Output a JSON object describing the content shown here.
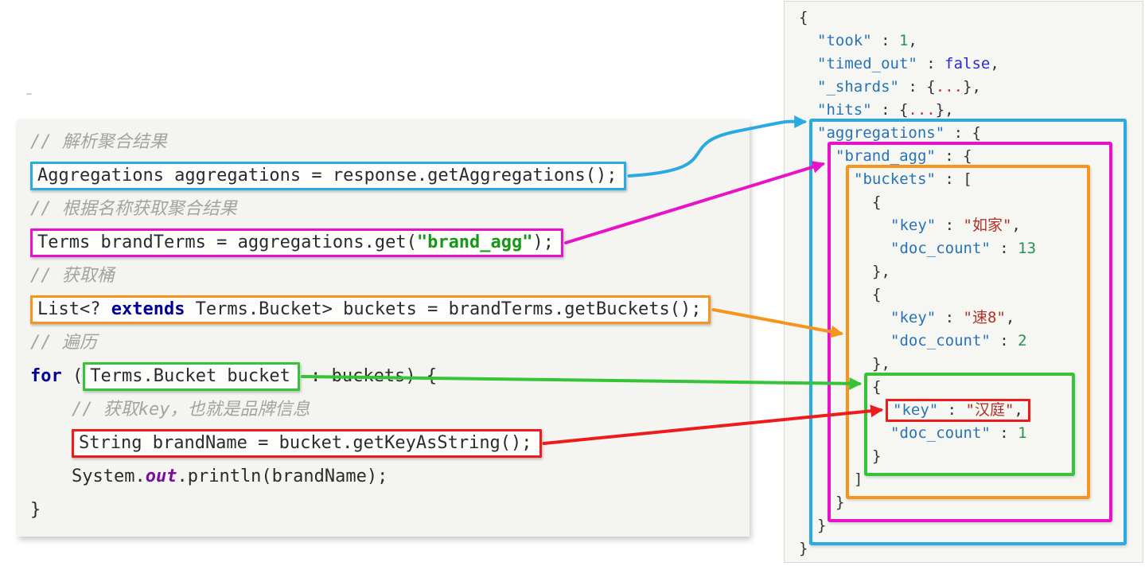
{
  "colors": {
    "accent": {
      "cyan": "#29abe2",
      "magenta": "#e812c8",
      "orange": "#f7941d",
      "green": "#35c435",
      "red": "#ed1c1c"
    },
    "syntax": {
      "code-plain": "#2b2b2b",
      "code-comment": "#a3a3a3",
      "code-keyword": "#000096",
      "code-string": "#189818",
      "code-field": "#7b0f9b",
      "json-key": "#2673b8",
      "json-punc": "#333333",
      "json-number": "#2a9152",
      "json-boolean": "#2b2bd5",
      "json-string": "#b03028",
      "json-dots": "#cc3333"
    }
  },
  "code_panel": {
    "lines": [
      {
        "indent": 0,
        "segments": [
          {
            "t": "// 解析聚合结果",
            "c": "c-comment"
          }
        ]
      },
      {
        "indent": 0,
        "box": "cyan",
        "segments": [
          {
            "t": "Aggregations aggregations = response.getAggregations();",
            "c": "c-plain"
          }
        ]
      },
      {
        "indent": 0,
        "segments": [
          {
            "t": "// 根据名称获取聚合结果",
            "c": "c-comment"
          }
        ]
      },
      {
        "indent": 0,
        "box": "magenta",
        "segments": [
          {
            "t": "Terms brandTerms = aggregations.get(",
            "c": "c-plain"
          },
          {
            "t": "\"brand_agg\"",
            "c": "c-str"
          },
          {
            "t": ");",
            "c": "c-plain"
          }
        ]
      },
      {
        "indent": 0,
        "segments": [
          {
            "t": "// 获取桶",
            "c": "c-comment"
          }
        ]
      },
      {
        "indent": 0,
        "box": "orange",
        "segments": [
          {
            "t": "List<? ",
            "c": "c-plain"
          },
          {
            "t": "extends",
            "c": "c-kw"
          },
          {
            "t": " Terms.Bucket> buckets = brandTerms.getBuckets();",
            "c": "c-plain"
          }
        ]
      },
      {
        "indent": 0,
        "segments": [
          {
            "t": "// 遍历",
            "c": "c-comment"
          }
        ]
      },
      {
        "indent": 0,
        "segments": [
          {
            "t": "for",
            "c": "c-kw"
          },
          {
            "t": " (",
            "c": "c-plain"
          },
          {
            "t": "Terms.Bucket bucket",
            "c": "c-plain",
            "segbox": "green"
          },
          {
            "t": " : buckets) {",
            "c": "c-plain"
          }
        ]
      },
      {
        "indent": 1,
        "segments": [
          {
            "t": "// 获取key，也就是品牌信息",
            "c": "c-comment"
          }
        ]
      },
      {
        "indent": 1,
        "box": "red",
        "segments": [
          {
            "t": "String brandName = bucket.getKeyAsString();",
            "c": "c-plain"
          }
        ]
      },
      {
        "indent": 1,
        "segments": [
          {
            "t": "System.",
            "c": "c-plain"
          },
          {
            "t": "out",
            "c": "c-field"
          },
          {
            "t": ".println(brandName);",
            "c": "c-plain"
          }
        ]
      },
      {
        "indent": 0,
        "segments": [
          {
            "t": "}",
            "c": "c-plain"
          }
        ]
      }
    ]
  },
  "json_panel": {
    "lines": [
      {
        "indent": 0,
        "segments": [
          {
            "t": "{",
            "c": "j-punc"
          }
        ]
      },
      {
        "indent": 1,
        "segments": [
          {
            "t": "\"took\"",
            "c": "j-key"
          },
          {
            "t": " : ",
            "c": "j-punc"
          },
          {
            "t": "1",
            "c": "j-num"
          },
          {
            "t": ",",
            "c": "j-punc"
          }
        ]
      },
      {
        "indent": 1,
        "segments": [
          {
            "t": "\"timed_out\"",
            "c": "j-key"
          },
          {
            "t": " : ",
            "c": "j-punc"
          },
          {
            "t": "false",
            "c": "j-bool"
          },
          {
            "t": ",",
            "c": "j-punc"
          }
        ]
      },
      {
        "indent": 1,
        "segments": [
          {
            "t": "\"_shards\"",
            "c": "j-key"
          },
          {
            "t": " : {",
            "c": "j-punc"
          },
          {
            "t": "...",
            "c": "j-dots"
          },
          {
            "t": "},",
            "c": "j-punc"
          }
        ]
      },
      {
        "indent": 1,
        "segments": [
          {
            "t": "\"hits\"",
            "c": "j-key"
          },
          {
            "t": " : {",
            "c": "j-punc"
          },
          {
            "t": "...",
            "c": "j-dots"
          },
          {
            "t": "},",
            "c": "j-punc"
          }
        ]
      },
      {
        "indent": 1,
        "segments": [
          {
            "t": "\"aggregations\"",
            "c": "j-key"
          },
          {
            "t": " : {",
            "c": "j-punc"
          }
        ]
      },
      {
        "indent": 2,
        "segments": [
          {
            "t": "\"brand_agg\"",
            "c": "j-key"
          },
          {
            "t": " : {",
            "c": "j-punc"
          }
        ]
      },
      {
        "indent": 3,
        "segments": [
          {
            "t": "\"buckets\"",
            "c": "j-key"
          },
          {
            "t": " : [",
            "c": "j-punc"
          }
        ]
      },
      {
        "indent": 4,
        "segments": [
          {
            "t": "{",
            "c": "j-punc"
          }
        ]
      },
      {
        "indent": 5,
        "segments": [
          {
            "t": "\"key\"",
            "c": "j-key"
          },
          {
            "t": " : ",
            "c": "j-punc"
          },
          {
            "t": "\"如家\"",
            "c": "j-str"
          },
          {
            "t": ",",
            "c": "j-punc"
          }
        ]
      },
      {
        "indent": 5,
        "segments": [
          {
            "t": "\"doc_count\"",
            "c": "j-key"
          },
          {
            "t": " : ",
            "c": "j-punc"
          },
          {
            "t": "13",
            "c": "j-num"
          }
        ]
      },
      {
        "indent": 4,
        "segments": [
          {
            "t": "},",
            "c": "j-punc"
          }
        ]
      },
      {
        "indent": 4,
        "segments": [
          {
            "t": "{",
            "c": "j-punc"
          }
        ]
      },
      {
        "indent": 5,
        "segments": [
          {
            "t": "\"key\"",
            "c": "j-key"
          },
          {
            "t": " : ",
            "c": "j-punc"
          },
          {
            "t": "\"速8\"",
            "c": "j-str"
          },
          {
            "t": ",",
            "c": "j-punc"
          }
        ]
      },
      {
        "indent": 5,
        "segments": [
          {
            "t": "\"doc_count\"",
            "c": "j-key"
          },
          {
            "t": " : ",
            "c": "j-punc"
          },
          {
            "t": "2",
            "c": "j-num"
          }
        ]
      },
      {
        "indent": 4,
        "segments": [
          {
            "t": "},",
            "c": "j-punc"
          }
        ]
      },
      {
        "indent": 4,
        "segments": [
          {
            "t": "{",
            "c": "j-punc"
          }
        ]
      },
      {
        "indent": 5,
        "box": "red",
        "segments": [
          {
            "t": "\"key\"",
            "c": "j-key"
          },
          {
            "t": " : ",
            "c": "j-punc"
          },
          {
            "t": "\"汉庭\"",
            "c": "j-str"
          },
          {
            "t": ",",
            "c": "j-punc"
          }
        ]
      },
      {
        "indent": 5,
        "segments": [
          {
            "t": "\"doc_count\"",
            "c": "j-key"
          },
          {
            "t": " : ",
            "c": "j-punc"
          },
          {
            "t": "1",
            "c": "j-num"
          }
        ]
      },
      {
        "indent": 4,
        "segments": [
          {
            "t": "}",
            "c": "j-punc"
          }
        ]
      },
      {
        "indent": 3,
        "segments": [
          {
            "t": "]",
            "c": "j-punc"
          }
        ]
      },
      {
        "indent": 2,
        "segments": [
          {
            "t": "}",
            "c": "j-punc"
          }
        ]
      },
      {
        "indent": 1,
        "segments": [
          {
            "t": "}",
            "c": "j-punc"
          }
        ]
      },
      {
        "indent": 0,
        "segments": [
          {
            "t": "}",
            "c": "j-punc"
          }
        ]
      }
    ],
    "boxes": [
      {
        "color": "cyan",
        "from": 5,
        "to": 22,
        "rightInset": 28,
        "name": "json-box-cyan"
      },
      {
        "color": "magenta",
        "from": 6,
        "to": 21,
        "rightInset": 46,
        "name": "json-box-magenta"
      },
      {
        "color": "orange",
        "from": 7,
        "to": 20,
        "rightInset": 74,
        "name": "json-box-orange"
      },
      {
        "color": "green",
        "from": 16,
        "to": 19,
        "rightInset": 93,
        "name": "json-box-green"
      }
    ]
  },
  "arrows": [
    {
      "color": "cyan",
      "from": "code-box-cyan",
      "to": "json-box-cyan",
      "shape": "curve",
      "toDy": 4
    },
    {
      "color": "magenta",
      "from": "code-box-magenta",
      "to": "json-box-magenta",
      "shape": "line",
      "toDy": 28
    },
    {
      "color": "orange",
      "from": "code-box-orange",
      "to": "json-box-orange",
      "shape": "line",
      "toDy": 212
    },
    {
      "color": "green",
      "from": "code-box-green",
      "to": "json-box-green",
      "shape": "line",
      "toDy": 14
    },
    {
      "color": "red",
      "from": "code-box-red",
      "to": "json-box-red",
      "shape": "line",
      "toDy": 14
    }
  ]
}
